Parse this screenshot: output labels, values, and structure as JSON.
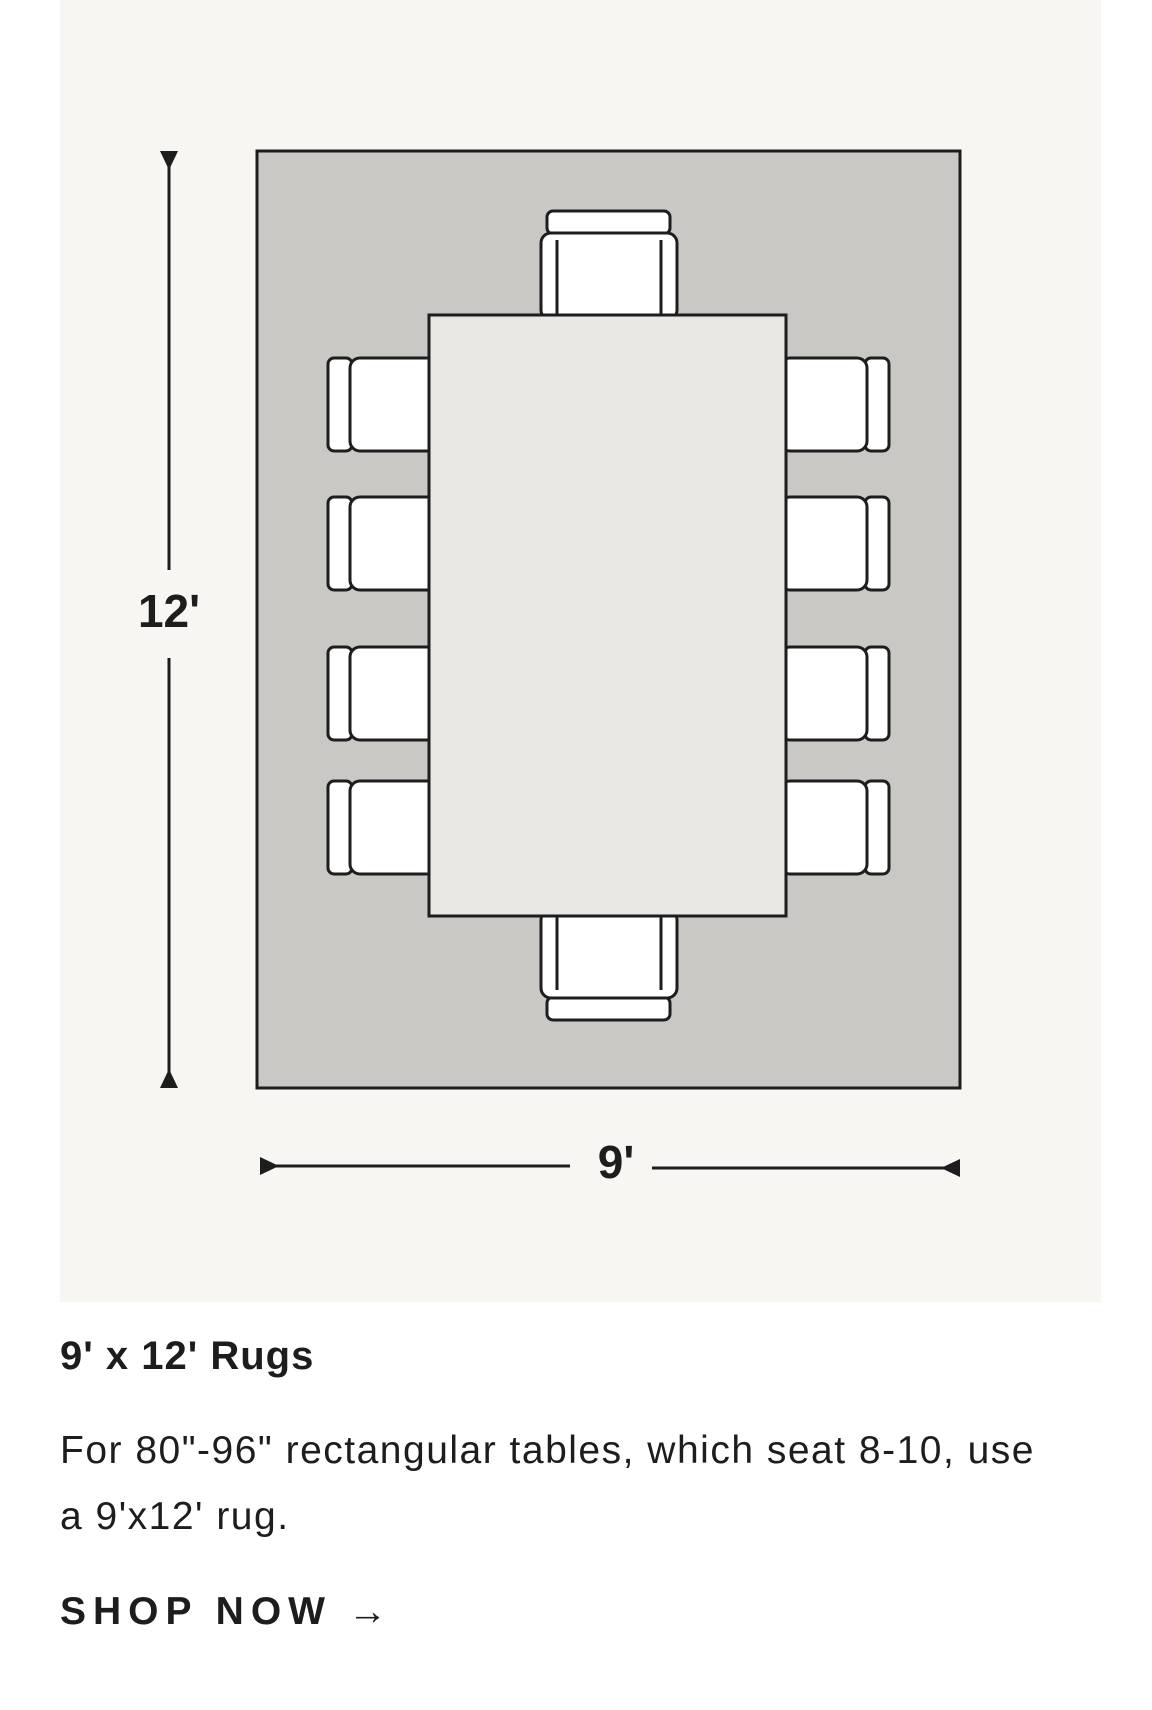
{
  "diagram": {
    "height_label": "12'",
    "width_label": "9'"
  },
  "card": {
    "title": "9' x 12' Rugs",
    "description": "For 80\"-96\" rectangular tables, which seat 8-10, use a 9'x12' rug.",
    "cta_label": "SHOP NOW",
    "cta_icon": "arrow-right-icon"
  },
  "colors": {
    "panel_background": "#f7f6f3",
    "rug_fill": "#c9c8c4",
    "table_fill": "#e9e8e4",
    "chair_fill": "#ffffff",
    "line": "#1d1d1d"
  }
}
